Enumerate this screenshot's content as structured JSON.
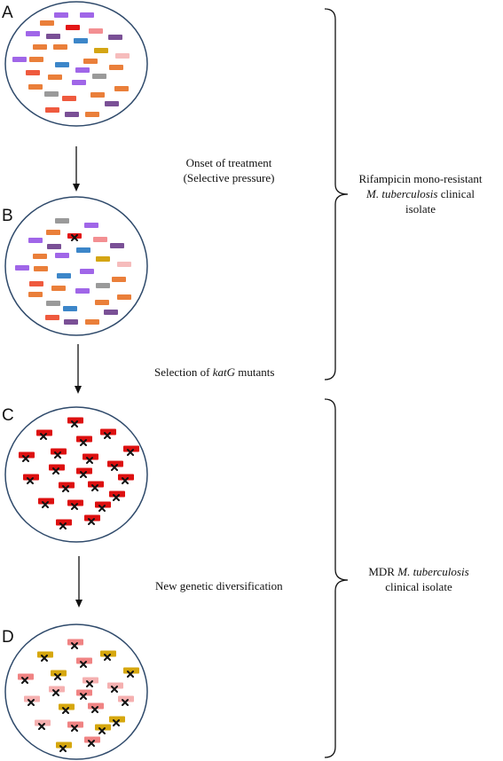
{
  "panels": [
    {
      "id": "A",
      "label": "A"
    },
    {
      "id": "B",
      "label": "B"
    },
    {
      "id": "C",
      "label": "C"
    },
    {
      "id": "D",
      "label": "D"
    }
  ],
  "steps": {
    "treatment": {
      "line1": "Onset of treatment",
      "line2": "(Selective pressure)"
    },
    "selection": {
      "prefix": "Selection of ",
      "gene": "katG",
      "suffix": " mutants"
    },
    "diversification": {
      "text": "New genetic diversification"
    }
  },
  "groups": {
    "rif": {
      "line1": "Rifampicin mono-resistant",
      "line2_italic": "M. tuberculosis",
      "line2_rest": " clinical",
      "line3": "isolate"
    },
    "mdr": {
      "line1_prefix": "MDR ",
      "line1_italic": "M. tuberculosis",
      "line2": "clinical isolate"
    }
  },
  "colors": {
    "dish_outline": "#2f4a6b",
    "arrow": "#111111",
    "brace": "#111111",
    "purple": "#a066e8",
    "orange": "#ea7f3a",
    "red": "#e31616",
    "pink": "#f38f92",
    "blue": "#3c86c9",
    "gray": "#9a9a9a",
    "coral": "#ef5a3e",
    "olive": "#d4a514",
    "lightpink": "#f6bcbc",
    "darkpurple": "#7a5096",
    "mutant_red": "#dd1010",
    "mutant_gold": "#d6a70e",
    "mutant_salmon": "#f08383",
    "mutant_lightpink": "#f5b0b0",
    "marker": "#111111"
  }
}
